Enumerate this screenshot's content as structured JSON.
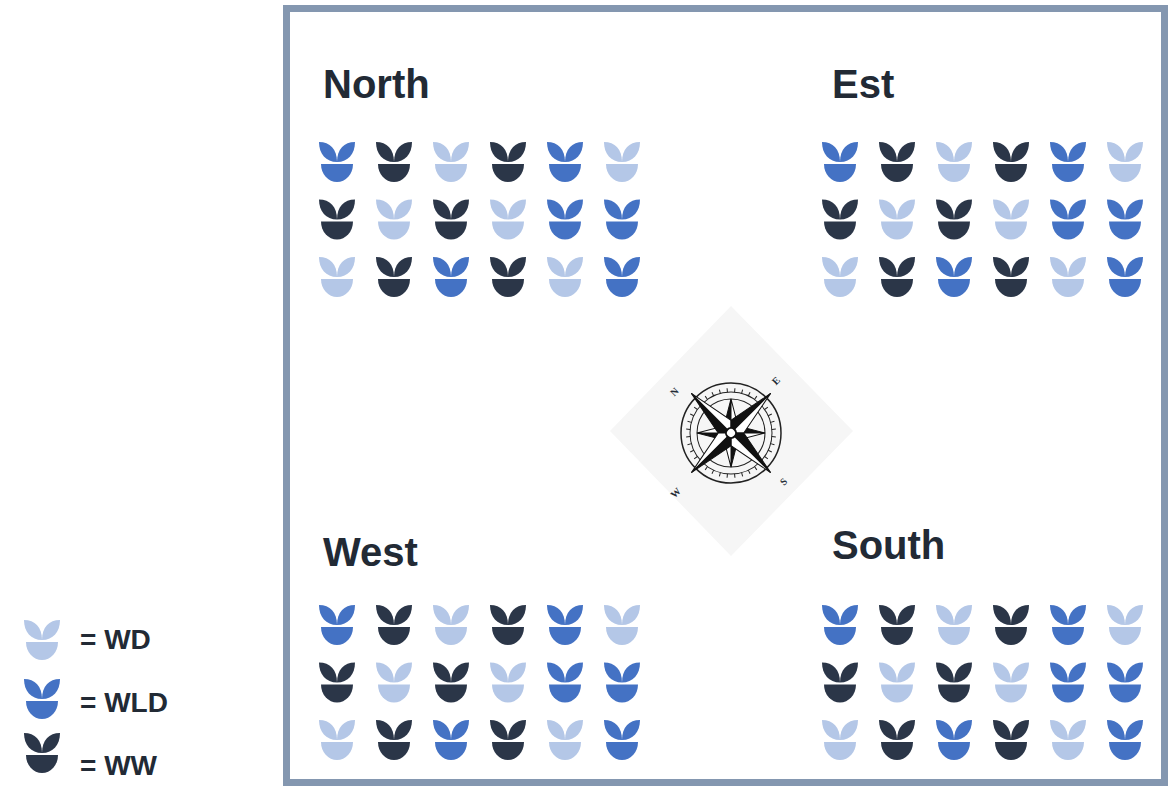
{
  "diagram": {
    "labels": [
      "North",
      "Est",
      "West",
      "South",
      "N",
      "E",
      "S",
      "W"
    ],
    "legend": [
      {
        "text": "= WD",
        "color": "#b4c7e7"
      },
      {
        "text": "= WLD",
        "color": "#4472c4"
      },
      {
        "text": "= WW",
        "color": "#2b3648"
      }
    ]
  }
}
